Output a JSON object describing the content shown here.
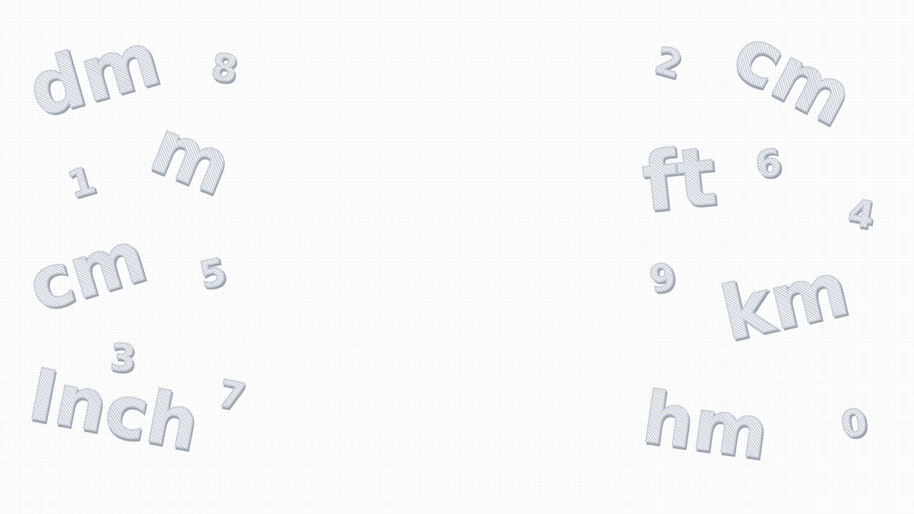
{
  "units": {
    "dm": "dm",
    "m": "m",
    "cm_left": "cm",
    "inch": "Inch",
    "cm_right": "cm",
    "ft": "ft",
    "km": "km",
    "hm": "hm"
  },
  "digits": {
    "d8": "8",
    "d1": "1",
    "d5": "5",
    "d3": "3",
    "d7": "7",
    "d2": "2",
    "d6": "6",
    "d4": "4",
    "d9": "9",
    "d0": "0"
  },
  "colors": {
    "background": "#ffffff",
    "background_dot": "#e3e7ec",
    "glyph_stripe": "#b6bfcb",
    "glyph_fill": "#f4f6f8",
    "glyph_outline": "#c3cad3",
    "glyph_shadow": "#9aa3ae"
  }
}
